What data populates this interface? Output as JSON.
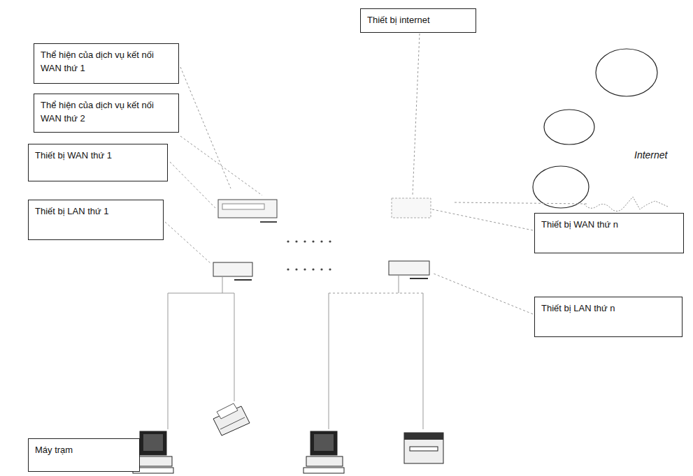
{
  "diagram": {
    "nodes": [
      {
        "text": [
          "Thiết bị internet"
        ]
      },
      {
        "text": [
          "Thể hiện của dịch vụ kết nối WAN thứ 1"
        ]
      },
      {
        "text": [
          "Thể hiện của dịch vụ kết nối WAN thứ 2"
        ]
      },
      {
        "text": [
          "Thiết bị WAN thứ 1"
        ]
      },
      {
        "text": [
          "Thiết bị LAN thứ 1"
        ]
      },
      {
        "text": [
          "Thiết bị WAN thứ n"
        ]
      },
      {
        "text": [
          "Thiết bị LAN thứ n"
        ]
      },
      {
        "text": [
          "Máy trạm"
        ]
      }
    ],
    "labels": [
      "Internet"
    ]
  }
}
